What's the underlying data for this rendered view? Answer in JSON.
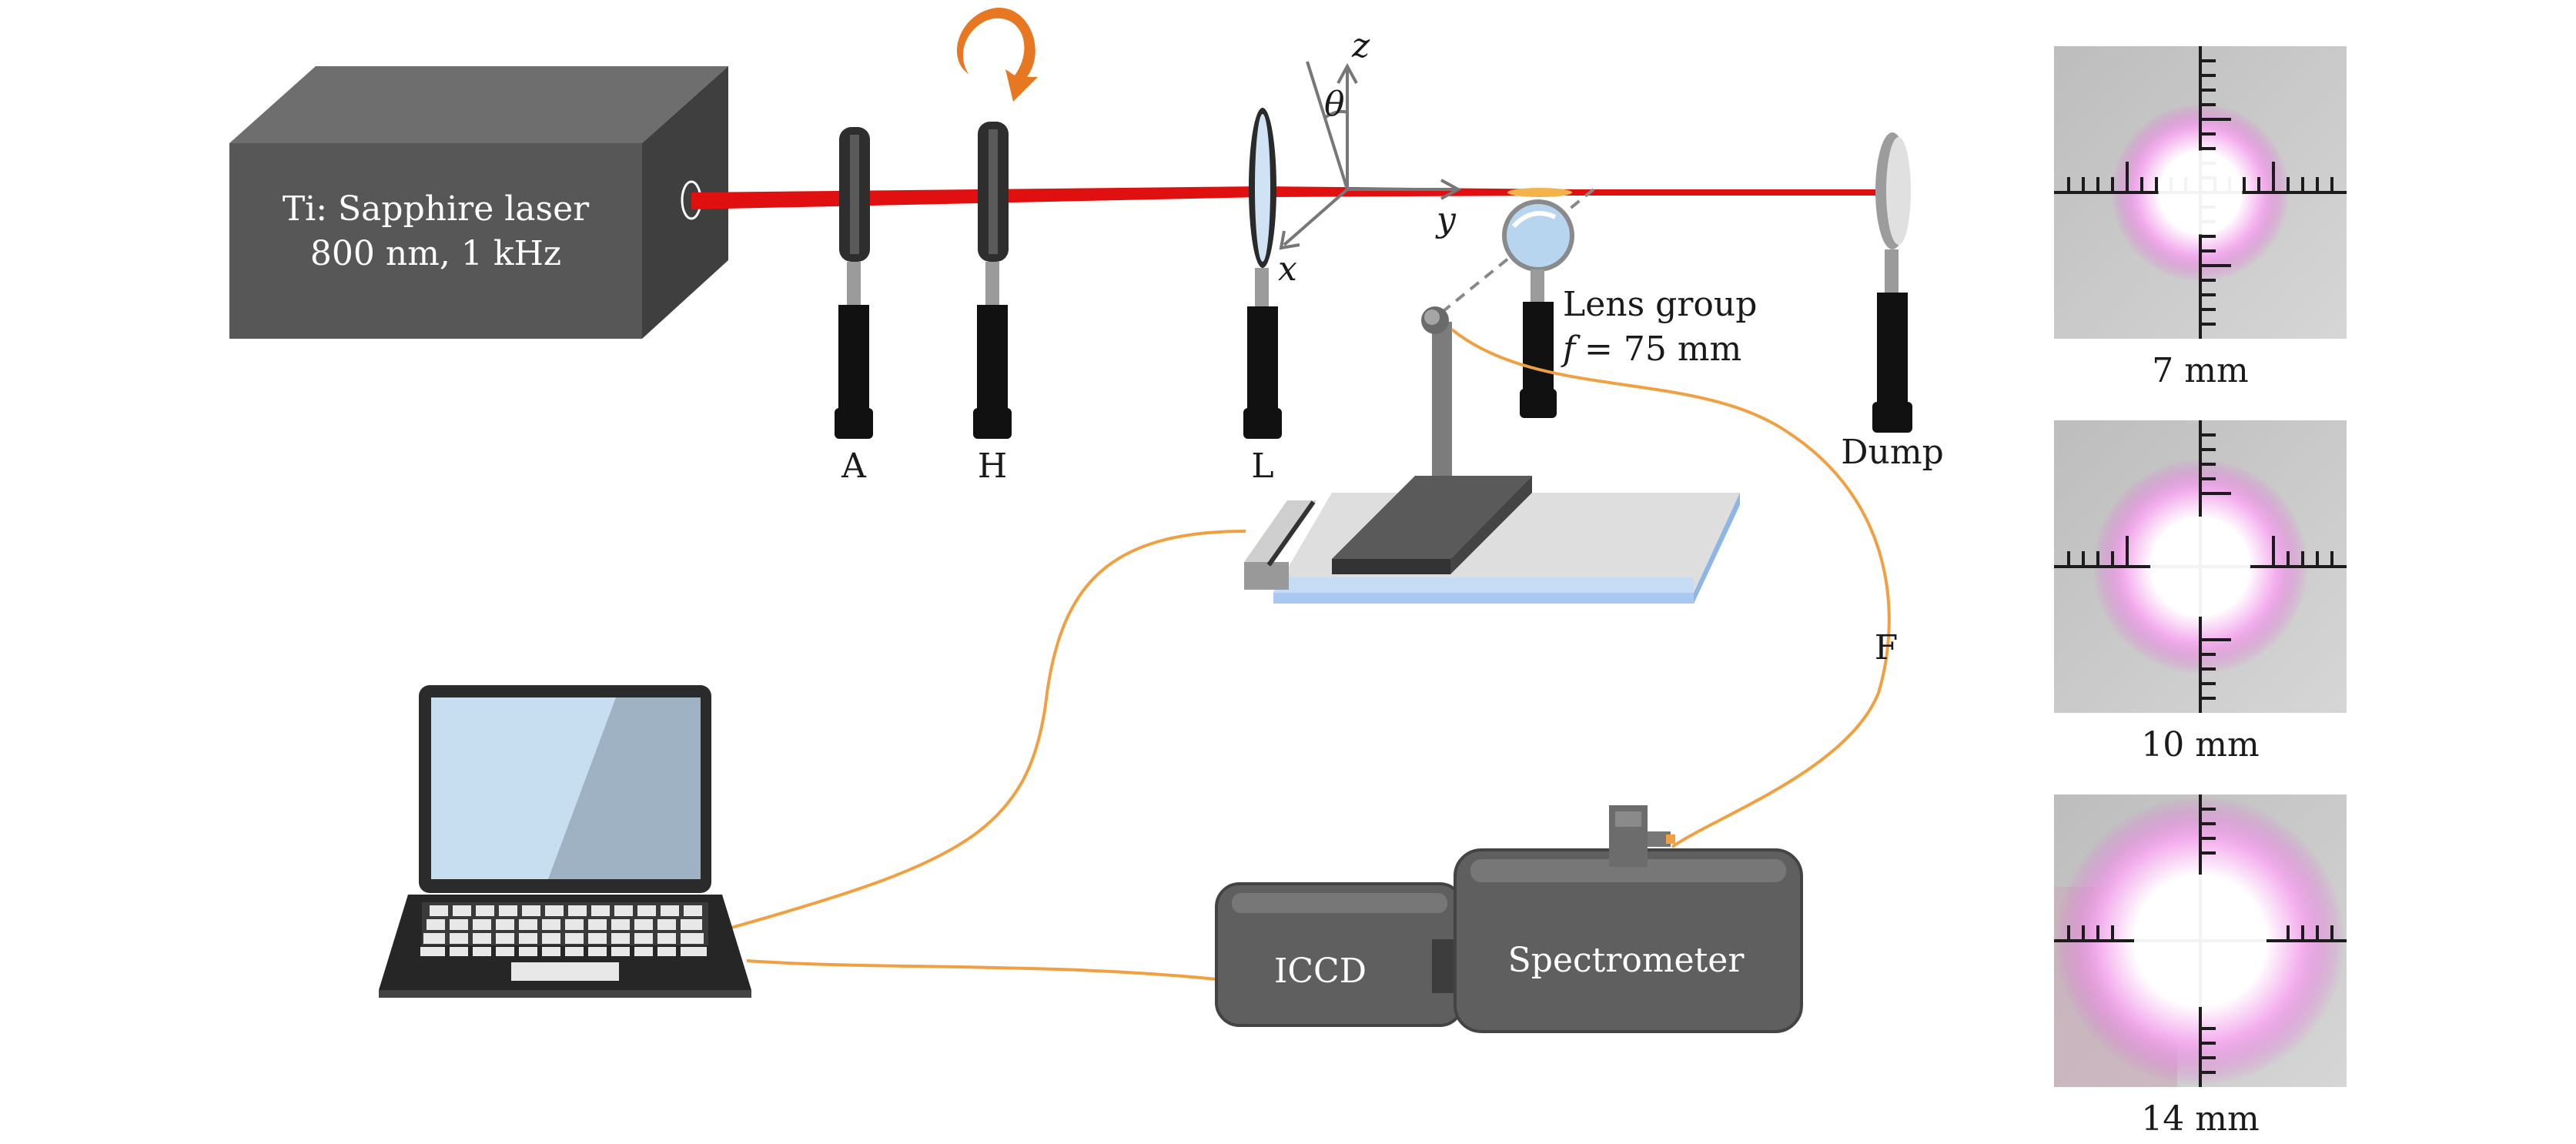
{
  "laser": {
    "line1": "Ti: Sapphire laser",
    "line2": "800 nm, 1 kHz"
  },
  "optics": {
    "aperture": "A",
    "half_wave_plate": "H",
    "lens": "L",
    "lens_group_line1": "Lens group",
    "lens_group_f": "f",
    "lens_group_value": "= 75 mm",
    "dump": "Dump",
    "fiber": "F"
  },
  "axes": {
    "z": "z",
    "y": "y",
    "x": "x",
    "theta": "θ"
  },
  "instruments": {
    "iccd": "ICCD",
    "spectrometer": "Spectrometer"
  },
  "images": [
    {
      "caption": "7 mm",
      "spot_level": 0.35
    },
    {
      "caption": "10 mm",
      "spot_level": 0.5
    },
    {
      "caption": "14 mm",
      "spot_level": 0.8
    }
  ],
  "colors": {
    "beam": "#e01010",
    "fiber_cable": "#f0a040",
    "device_gray": "#555555",
    "rotation_arrow": "#e87722",
    "screen_blue": "#c7def1",
    "stage_blue": "#a9c8ef"
  }
}
